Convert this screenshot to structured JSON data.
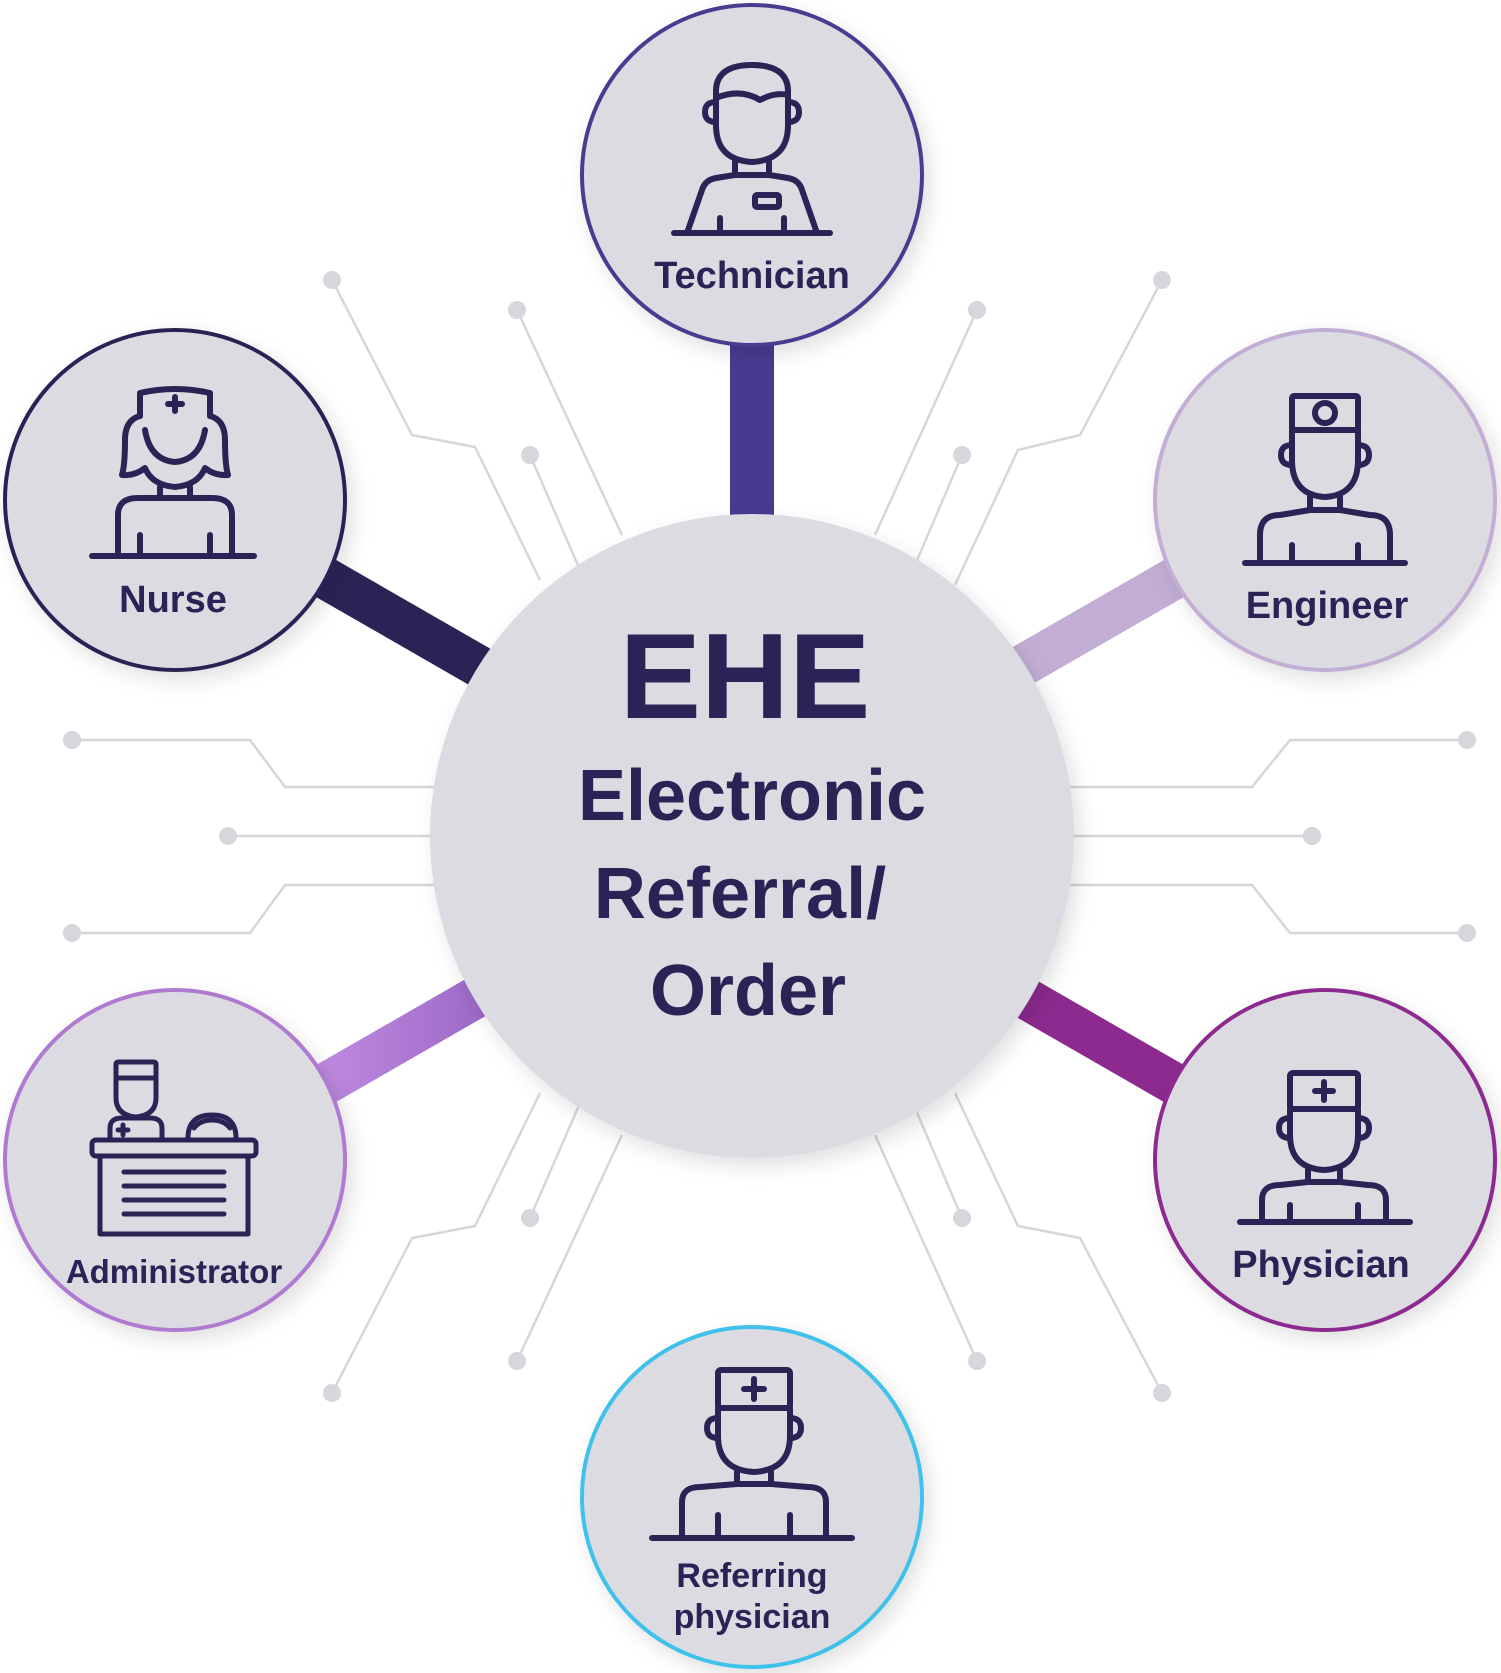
{
  "center": {
    "title": "EHE",
    "line1": "Electronic",
    "line2": "Referral/",
    "line3": "Order"
  },
  "nodes": {
    "technician": {
      "label": "Technician",
      "color": "#4a3a8f",
      "icon": "technician-icon"
    },
    "engineer": {
      "label": "Engineer",
      "color": "#c2aed4",
      "icon": "engineer-icon"
    },
    "physician": {
      "label": "Physician",
      "color": "#8c2a8f",
      "icon": "physician-icon"
    },
    "referring": {
      "label_line1": "Referring",
      "label_line2": "physician",
      "color": "#3fc1ea",
      "icon": "referring-physician-icon"
    },
    "administrator": {
      "label": "Administrator",
      "color": "#b07ad0",
      "icon": "administrator-icon"
    },
    "nurse": {
      "label": "Nurse",
      "color": "#2a2456",
      "icon": "nurse-icon"
    }
  },
  "colors": {
    "circle_fill": "#dcdbe2",
    "text_dark": "#2a2456",
    "circuit_line": "#d6d6dc"
  }
}
